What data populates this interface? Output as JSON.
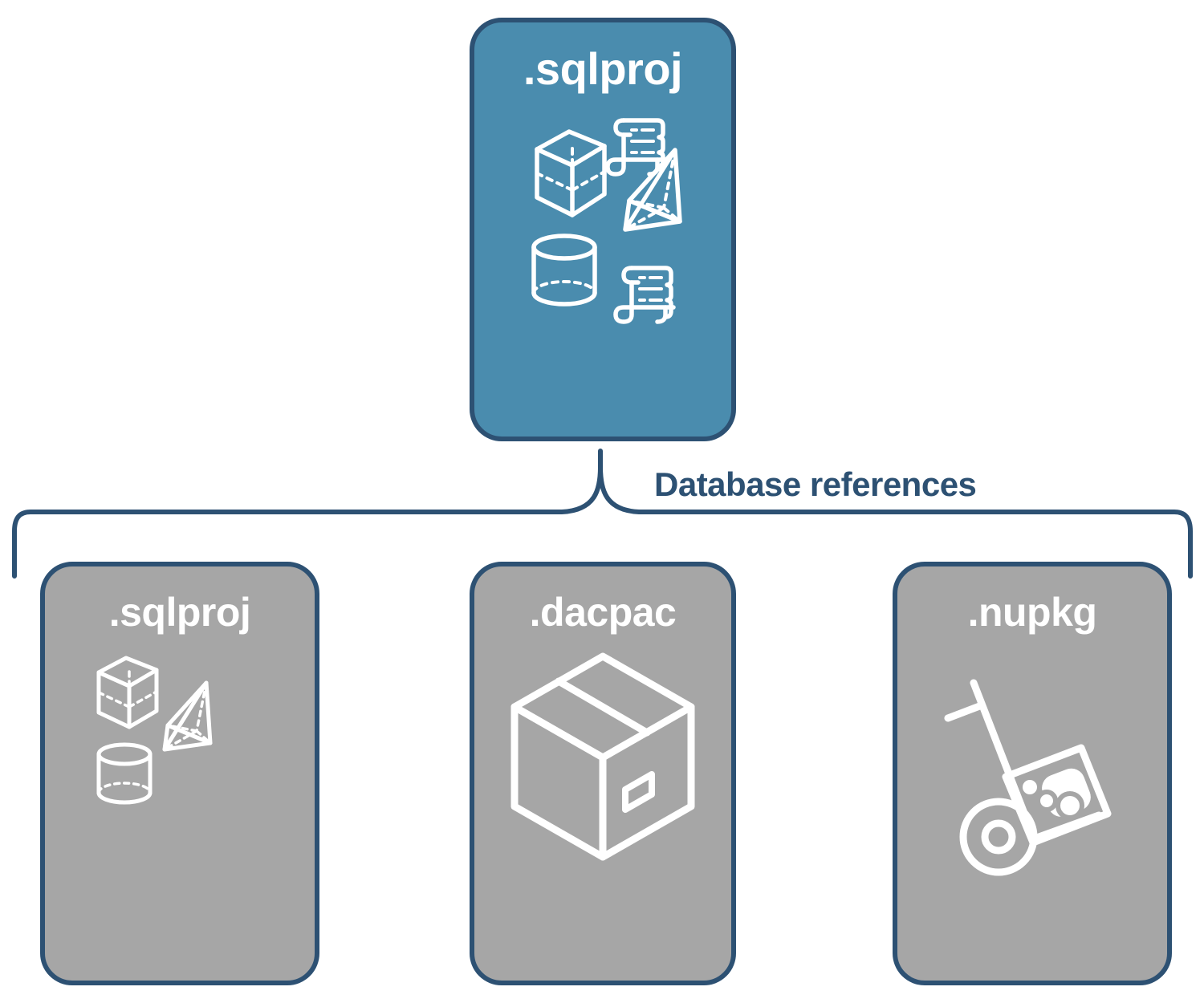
{
  "diagram": {
    "title_text": "Database references",
    "colors": {
      "root_fill": "#4A8CAE",
      "reference_fill": "#A6A6A6",
      "stroke": "#2D5173",
      "icon": "#FFFFFF",
      "background": "#FFFFFF"
    }
  },
  "root": {
    "label": ".sqlproj",
    "icons": [
      {
        "name": "cube-icon",
        "label": "cube"
      },
      {
        "name": "scroll-icon",
        "label": "scroll"
      },
      {
        "name": "pyramid-icon",
        "label": "pyramid"
      },
      {
        "name": "cylinder-icon",
        "label": "cylinder"
      },
      {
        "name": "scroll-icon",
        "label": "scroll"
      }
    ]
  },
  "connector": {
    "label": "Database references"
  },
  "references": [
    {
      "label": ".sqlproj",
      "icons": [
        {
          "name": "cube-icon",
          "label": "cube"
        },
        {
          "name": "pyramid-icon",
          "label": "pyramid"
        },
        {
          "name": "cylinder-icon",
          "label": "cylinder"
        }
      ]
    },
    {
      "label": ".dacpac",
      "icons": [
        {
          "name": "package-box-icon",
          "label": "package box"
        }
      ]
    },
    {
      "label": ".nupkg",
      "icons": [
        {
          "name": "nuget-hand-truck-icon",
          "label": "hand truck with package"
        }
      ]
    }
  ]
}
